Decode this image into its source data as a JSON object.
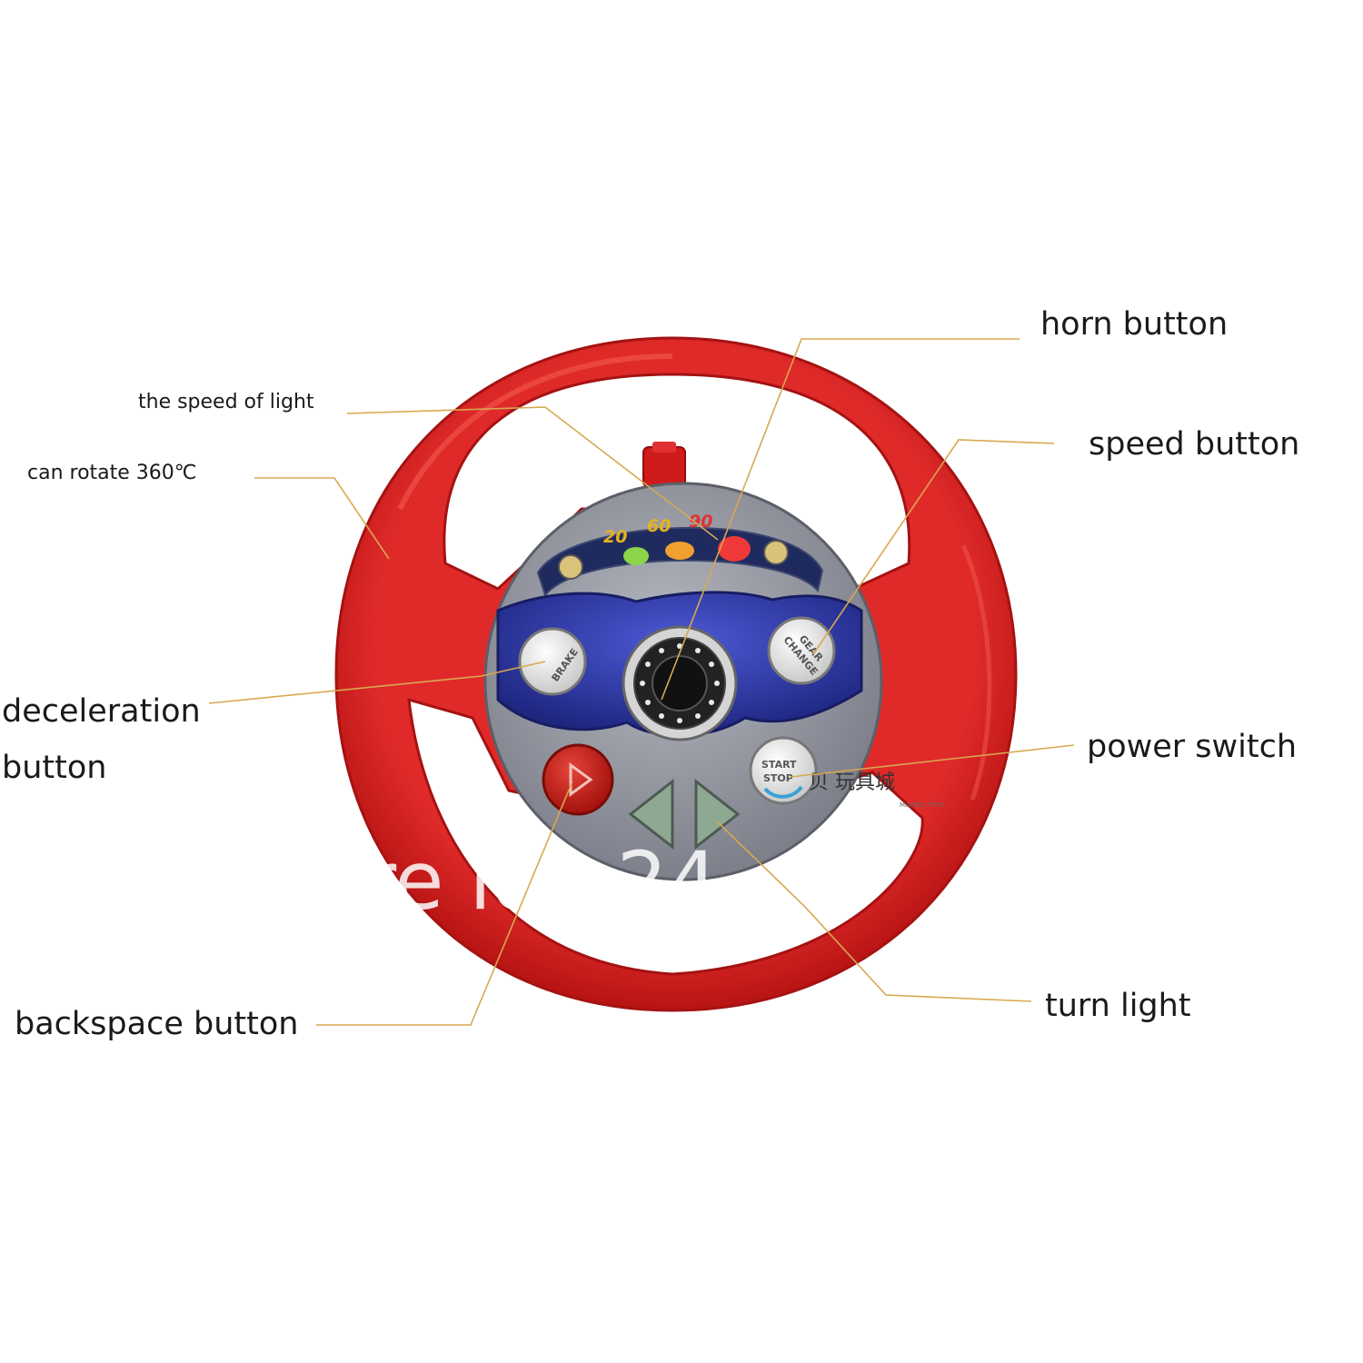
{
  "callouts": {
    "horn_button": "horn button",
    "speed_button": "speed button",
    "speed_of_light": "the speed of light",
    "can_rotate": "can rotate 360℃",
    "deceleration_line1": "deceleration",
    "deceleration_line2": "button",
    "power_switch": "power switch",
    "backspace_button": "backspace button",
    "turn_light": "turn light"
  },
  "toy": {
    "speed_marks": [
      "20",
      "60",
      "90"
    ],
    "brake_label": "BRAKE",
    "gear_label_1": "GEAR",
    "gear_label_2": "CHANGE",
    "start_label_1": "START",
    "start_label_2": "STOP",
    "watermark": "re  lo  .  24",
    "logo_text": "贝 玩具城",
    "colors": {
      "wheel_red": "#d41f1f",
      "hub_grey": "#8c8f99",
      "panel_blue": "#2c3aa6",
      "callout_line": "#d8a850"
    }
  }
}
